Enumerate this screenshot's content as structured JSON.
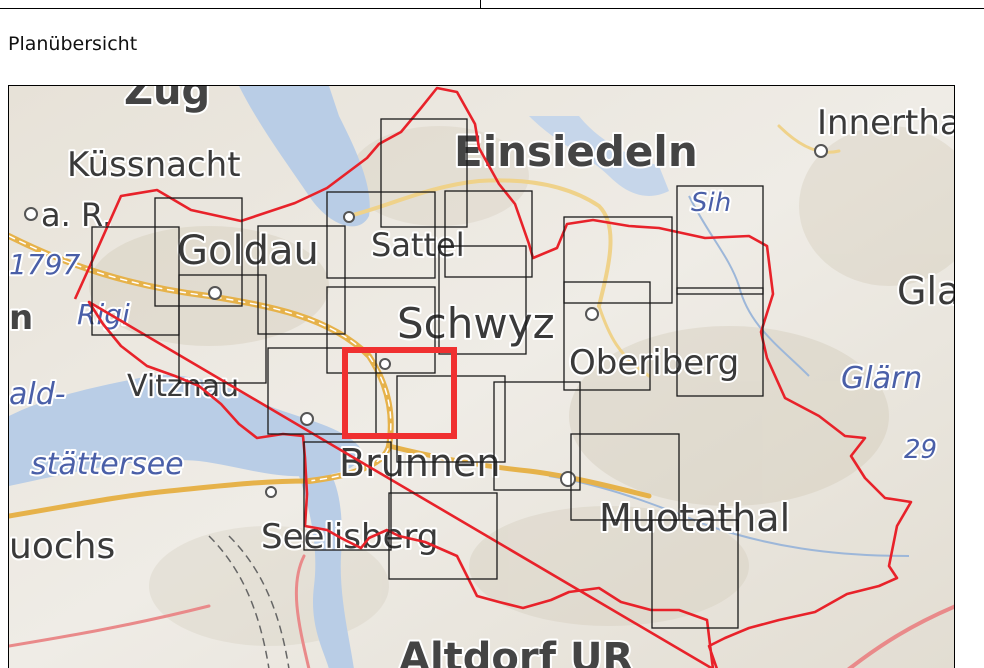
{
  "page": {
    "title": "Planübersicht"
  },
  "map": {
    "labels": [
      {
        "id": "zug",
        "text": "Zug"
      },
      {
        "id": "kuessnacht",
        "text": "Küssnacht"
      },
      {
        "id": "ar",
        "text": "a. R."
      },
      {
        "id": "goldau",
        "text": "Goldau"
      },
      {
        "id": "sattel",
        "text": "Sattel"
      },
      {
        "id": "einsiedeln",
        "text": "Einsiedeln"
      },
      {
        "id": "innertha",
        "text": "Innertha"
      },
      {
        "id": "sih",
        "text": "Sih"
      },
      {
        "id": "gla",
        "text": "Gla"
      },
      {
        "id": "rigi",
        "text": "Rigi"
      },
      {
        "id": "n1797",
        "text": "1797"
      },
      {
        "id": "schwyz",
        "text": "Schwyz"
      },
      {
        "id": "oberiberg",
        "text": "Oberiberg"
      },
      {
        "id": "glaern",
        "text": "Glärn"
      },
      {
        "id": "n29",
        "text": "29"
      },
      {
        "id": "ald",
        "text": "ald-"
      },
      {
        "id": "vitznau",
        "text": "Vitznau"
      },
      {
        "id": "staettersee",
        "text": "stättersee"
      },
      {
        "id": "brunnen",
        "text": "Brunnen"
      },
      {
        "id": "uochs",
        "text": "uochs"
      },
      {
        "id": "seelisberg",
        "text": "Seelisberg"
      },
      {
        "id": "muotathal",
        "text": "Muotathal"
      },
      {
        "id": "altdorf",
        "text": "Altdorf UR"
      },
      {
        "id": "n",
        "text": "n"
      }
    ],
    "colors": {
      "boundary": "#e8222a",
      "highlight": "#f03030",
      "tile": "#1a1a1a",
      "road": "#e6b24a",
      "water": "#b9cde6"
    }
  }
}
